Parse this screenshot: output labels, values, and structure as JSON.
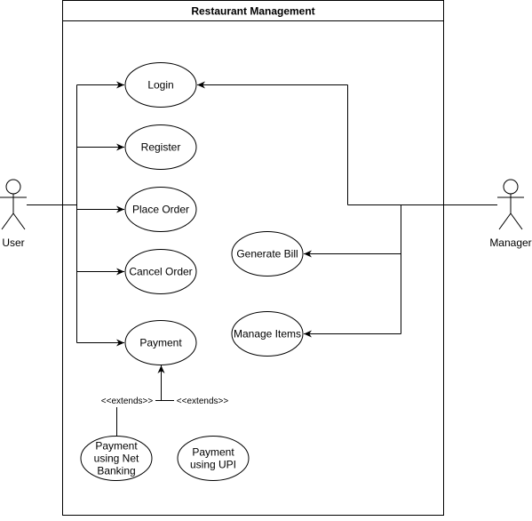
{
  "system": {
    "title": "Restaurant Management"
  },
  "actors": {
    "user": {
      "label": "User"
    },
    "manager": {
      "label": "Manager"
    }
  },
  "use_cases": {
    "login": [
      "Login"
    ],
    "register": [
      "Register"
    ],
    "place_order": [
      "Place Order"
    ],
    "cancel_order": [
      "Cancel Order"
    ],
    "payment": [
      "Payment"
    ],
    "generate_bill": [
      "Generate Bill"
    ],
    "manage_items": [
      "Manage Items"
    ],
    "payment_net_banking": [
      "Payment",
      "using Net",
      "Banking"
    ],
    "payment_upi": [
      "Payment",
      "using UPI"
    ]
  },
  "relations": {
    "extends_left": "<<extends>>",
    "extends_right": "<<extends>>"
  }
}
